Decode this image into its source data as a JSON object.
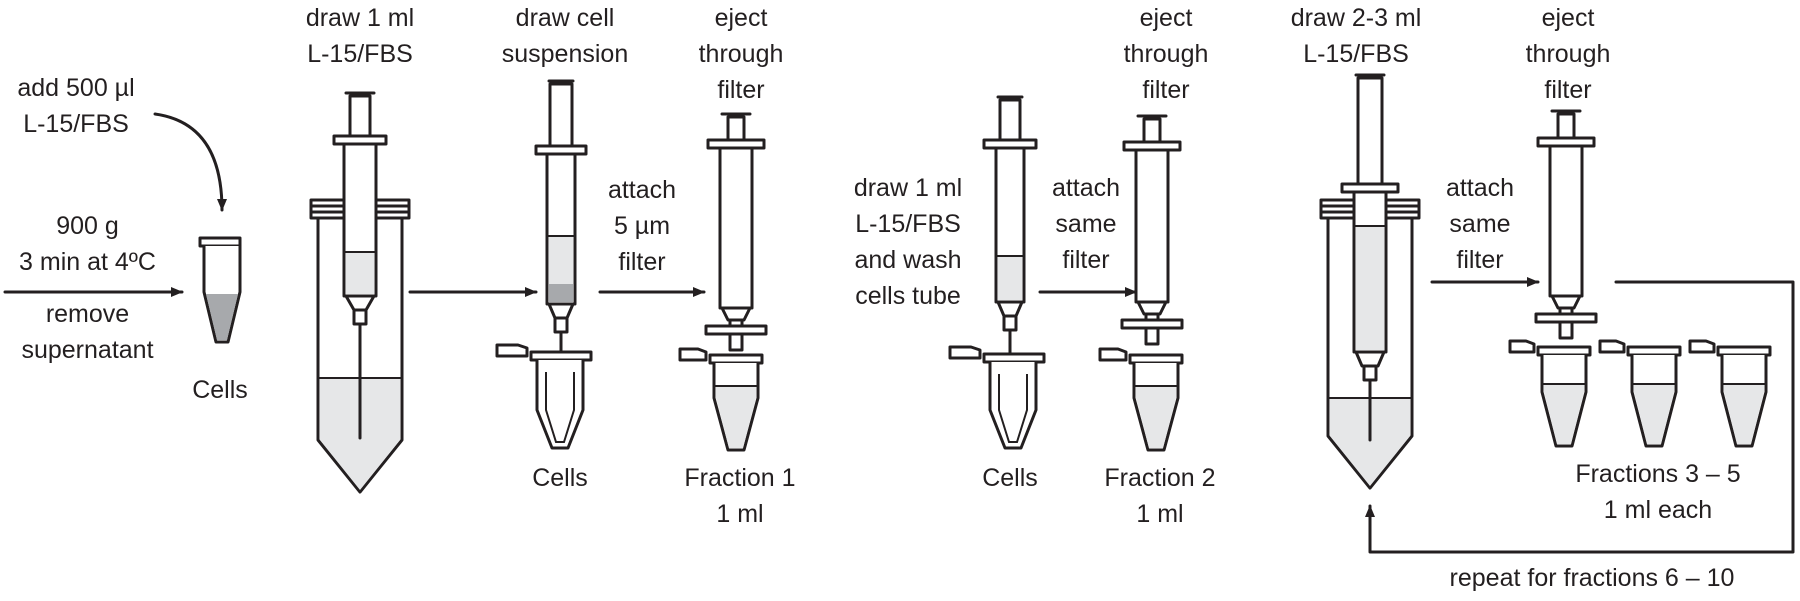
{
  "labels": {
    "add_medium": "add 500 µl\nL-15/FBS",
    "centrifuge": "900 g\n3 min at 4ºC",
    "remove_supernatant": "remove\nsupernatant",
    "cells_1": "Cells",
    "draw_1ml": "draw 1 ml\nL-15/FBS",
    "draw_cell_suspension": "draw cell\nsuspension",
    "cells_2": "Cells",
    "attach_filter": "attach\n5 µm\nfilter",
    "eject_1": "eject\nthrough\nfilter",
    "fraction_1": "Fraction 1\n1 ml",
    "draw_wash": "draw 1 ml\nL-15/FBS\nand wash\ncells tube",
    "cells_3": "Cells",
    "attach_same_1": "attach\nsame\nfilter",
    "eject_2": "eject\nthrough\nfilter",
    "fraction_2": "Fraction 2\n1 ml",
    "draw_2_3ml": "draw 2-3 ml\nL-15/FBS",
    "attach_same_2": "attach\nsame\nfilter",
    "eject_3": "eject\nthrough\nfilter",
    "fractions_3_5": "Fractions 3 – 5\n1 ml each",
    "repeat": "repeat for fractions 6 – 10"
  },
  "colors": {
    "stroke": "#231f20",
    "liquid": "#e6e7e8",
    "pellet": "#a7a9ac"
  }
}
